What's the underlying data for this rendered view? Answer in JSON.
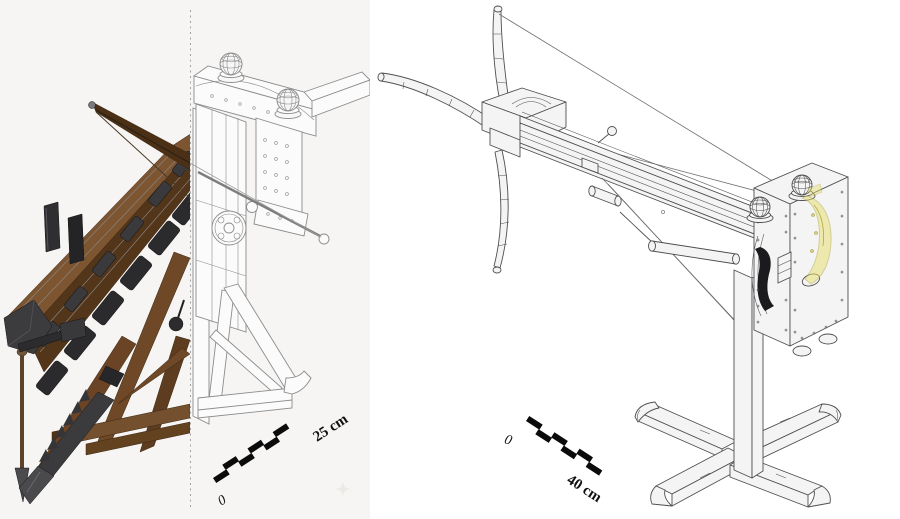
{
  "left_panel": {
    "description": "half-rendered / half line-drawing of torsion crossbow machine",
    "scale_bar": {
      "zero_label": "0",
      "length_label": "25 cm"
    }
  },
  "right_panel": {
    "description": "isometric line drawing of complete machine on cross-footed stand",
    "scale_bar": {
      "zero_label": "0",
      "length_label": "40 cm"
    }
  },
  "colors": {
    "left_bg": "#f6f5f3",
    "right_bg": "#ffffff",
    "lineart": "#8c8c8c",
    "lineart_dark": "#4f4f4f",
    "wood": "#6f4a29",
    "wood_dark": "#51341a",
    "iron": "#2e2e31",
    "highlight": "#e6de6a",
    "highlight_stroke": "#b2a93e",
    "scale": "#0b0b0b"
  }
}
